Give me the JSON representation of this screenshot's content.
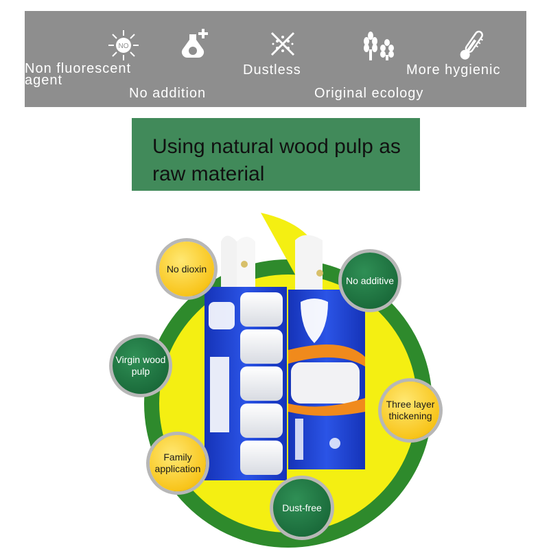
{
  "banner": {
    "features": [
      {
        "icon": "no-fluorescent-sun-icon",
        "badge_text": "NO",
        "label_line1": "Non fluorescent",
        "label_line2": "agent"
      },
      {
        "icon": "flask-plus-icon",
        "label": "No addition"
      },
      {
        "icon": "dust-cross-icon",
        "label": "Dustless"
      },
      {
        "icon": "wheat-icon",
        "label": "Original ecology"
      },
      {
        "icon": "thermometer-icon",
        "label": "More hygienic"
      }
    ]
  },
  "title": {
    "text": "Using natural wood pulp as raw material"
  },
  "badges": {
    "no_dioxin": "No dioxin",
    "no_additive": "No additive",
    "virgin_wood_pulp": "Virgin wood pulp",
    "three_layer": "Three layer thickening",
    "family_application": "Family application",
    "dust_free": "Dust-free"
  },
  "colors": {
    "banner_gray": "#8e8e8e",
    "title_green": "#418a5a",
    "circle_yellow": "#f4ef12",
    "circle_green": "#2e8a2c",
    "badge_yellow": "#f8c51c",
    "badge_green": "#1a6a3a",
    "package_blue": "#1d3fcf",
    "package_orange": "#f08a1c"
  }
}
